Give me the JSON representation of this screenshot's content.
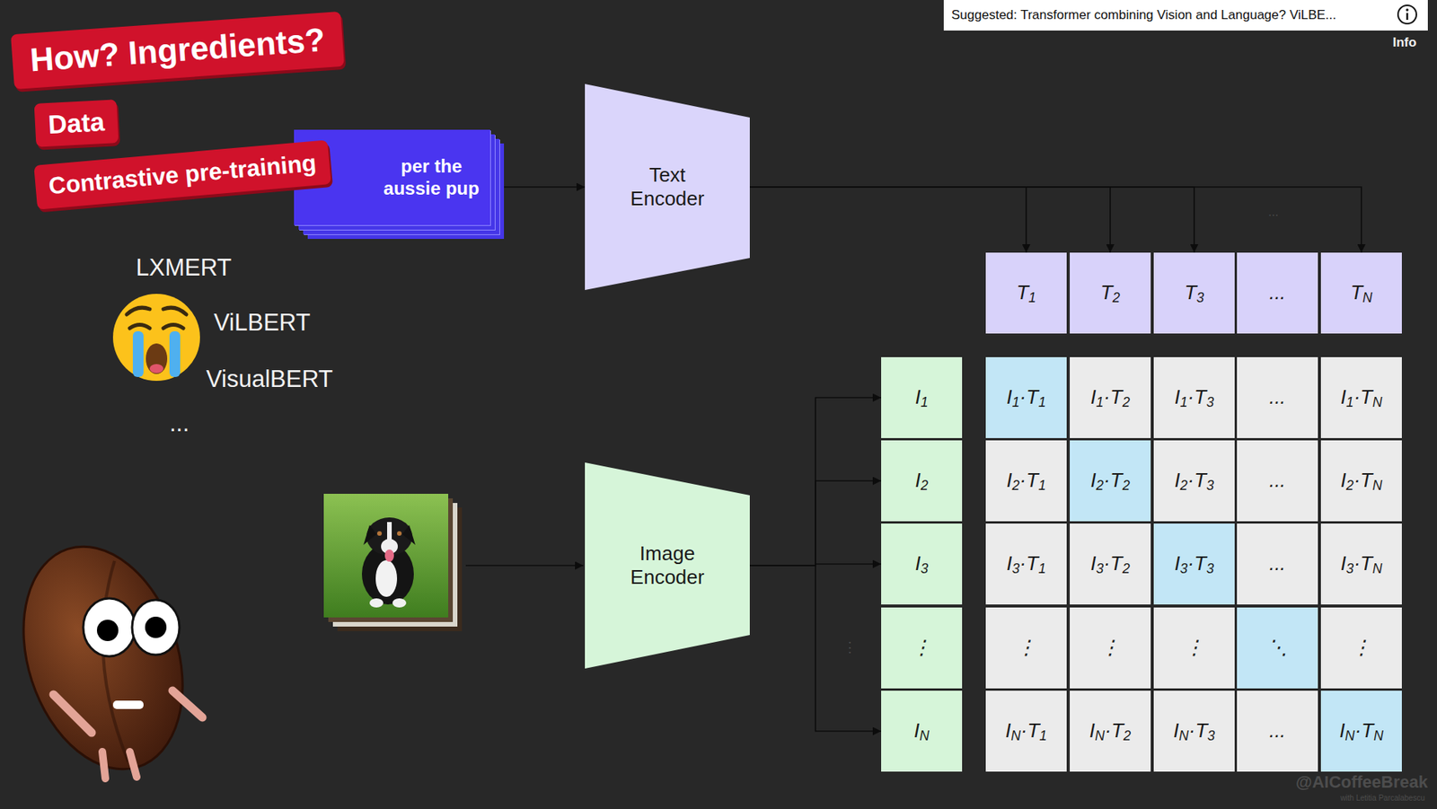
{
  "diagram": {
    "nodes": [
      {
        "text": [
          "How? Ingredients?"
        ]
      },
      {
        "text": [
          "Data"
        ]
      },
      {
        "text": [
          "Contrastive pre-training"
        ]
      },
      {
        "text": [
          "per the aussie pup"
        ]
      },
      {
        "text": [
          "Text Encoder"
        ]
      },
      {
        "text": [
          "T1"
        ]
      },
      {
        "text": [
          "T2"
        ]
      },
      {
        "text": [
          "T3"
        ]
      },
      {
        "text": [
          "..."
        ]
      },
      {
        "text": [
          "TN"
        ]
      },
      {
        "text": [
          "Image Encoder"
        ]
      },
      {
        "text": [
          "I1"
        ]
      },
      {
        "text": [
          "I2"
        ]
      },
      {
        "text": [
          "I3"
        ]
      },
      {
        "text": [
          "⋮"
        ]
      },
      {
        "text": [
          "IN"
        ]
      },
      {
        "text": [
          "I1·T1"
        ]
      },
      {
        "text": [
          "I1·T2"
        ]
      },
      {
        "text": [
          "I1·T3"
        ]
      },
      {
        "text": [
          "..."
        ]
      },
      {
        "text": [
          "I1·TN"
        ]
      },
      {
        "text": [
          "I2·T1"
        ]
      },
      {
        "text": [
          "I2·T2"
        ]
      },
      {
        "text": [
          "I2·T3"
        ]
      },
      {
        "text": [
          "..."
        ]
      },
      {
        "text": [
          "I2·TN"
        ]
      },
      {
        "text": [
          "I3·T1"
        ]
      },
      {
        "text": [
          "I3·T2"
        ]
      },
      {
        "text": [
          "I3·T3"
        ]
      },
      {
        "text": [
          "..."
        ]
      },
      {
        "text": [
          "I3·TN"
        ]
      },
      {
        "text": [
          "⋮"
        ]
      },
      {
        "text": [
          "⋮"
        ]
      },
      {
        "text": [
          "⋮"
        ]
      },
      {
        "text": [
          "⋱"
        ]
      },
      {
        "text": [
          "⋮"
        ]
      },
      {
        "text": [
          "IN·T1"
        ]
      },
      {
        "text": [
          "IN·T2"
        ]
      },
      {
        "text": [
          "IN·T3"
        ]
      },
      {
        "text": [
          "..."
        ]
      },
      {
        "text": [
          "IN·TN"
        ]
      },
      {
        "text": [
          "Suggested: Transformer combining Vision and Language? ViLBE..."
        ]
      }
    ],
    "edges": [
      {
        "from": 3,
        "to": 4,
        "arrow": "to"
      },
      {
        "from": 4,
        "to": 5,
        "arrow": "to"
      },
      {
        "from": 4,
        "to": 6,
        "arrow": "to"
      },
      {
        "from": 4,
        "to": 7,
        "arrow": "to"
      },
      {
        "from": 4,
        "to": 9,
        "arrow": "to"
      },
      {
        "from": 10,
        "to": 11,
        "arrow": "to"
      },
      {
        "from": 10,
        "to": 12,
        "arrow": "to"
      },
      {
        "from": 10,
        "to": 13,
        "arrow": "to"
      },
      {
        "from": 10,
        "to": 15,
        "arrow": "to"
      }
    ],
    "labels": [
      "LXMERT",
      "ViLBERT",
      "VisualBERT",
      "...",
      "...",
      "⋮",
      "Info",
      "@AICoffeeBreak",
      "with Letitia Parcalabescu"
    ]
  }
}
